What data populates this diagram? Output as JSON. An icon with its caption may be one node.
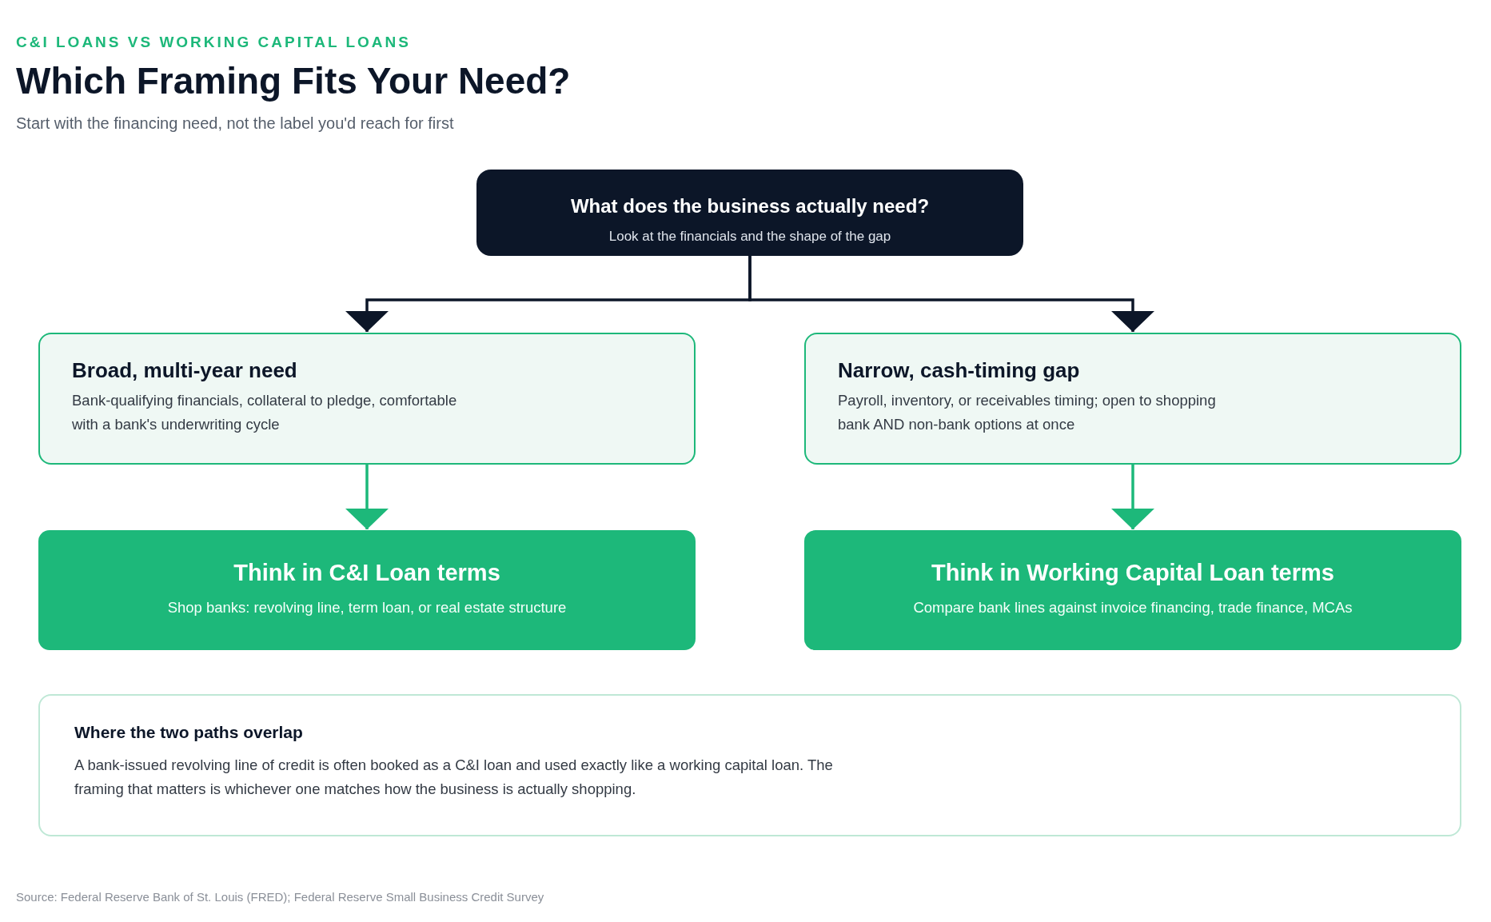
{
  "diagram": {
    "title": "Which Framing Fits Your Need?",
    "nodes": [
      {
        "text": [
          "What does the business actually need?",
          "Look at the financials and the shape of the gap"
        ]
      },
      {
        "text": [
          "Broad, multi-year need",
          "Bank-qualifying financials, collateral to pledge, comfortable with a bank's underwriting cycle"
        ]
      },
      {
        "text": [
          "Narrow, cash-timing gap",
          "Payroll, inventory, or receivables timing; open to shopping bank AND non-bank options at once"
        ]
      },
      {
        "text": [
          "Think in C&I Loan terms",
          "Shop banks: revolving line, term loan, or real estate structure"
        ]
      },
      {
        "text": [
          "Think in Working Capital Loan terms",
          "Compare bank lines against invoice financing, trade finance, MCAs"
        ]
      },
      {
        "text": [
          "Where the two paths overlap",
          "A bank-issued revolving line of credit is often booked as a C&I loan and used exactly like a working capital loan. The framing that matters is whichever one matches how the business is actually shopping."
        ]
      }
    ],
    "edges": [
      {
        "from": 0,
        "to": 1,
        "arrow": "to"
      },
      {
        "from": 0,
        "to": 2,
        "arrow": "to"
      },
      {
        "from": 1,
        "to": 3,
        "arrow": "to",
        "color": "#1db87a"
      },
      {
        "from": 2,
        "to": 4,
        "arrow": "to",
        "color": "#1db87a"
      }
    ],
    "labels": [
      "C&I LOANS VS WORKING CAPITAL LOANS",
      "Start with the financing need, not the label you'd reach for first",
      "Source: Federal Reserve Bank of St. Louis (FRED); Federal Reserve Small Business Credit Survey"
    ]
  }
}
